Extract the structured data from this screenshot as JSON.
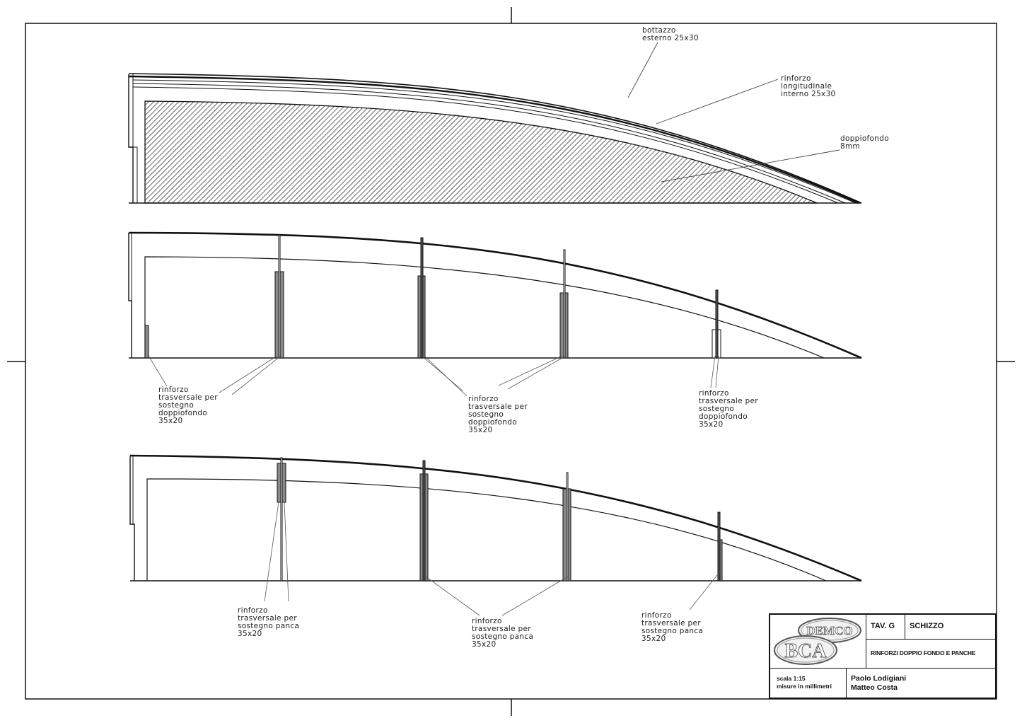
{
  "drawing": {
    "sheet_number": "TAV. G",
    "type": "SCHIZZO",
    "title": "RINFORZI DOPPIO FONDO E PANCHE",
    "scale": "scala 1:15",
    "units": "misure in millimetri",
    "authors": [
      "Paolo Lodigiani",
      "Matteo Costa"
    ],
    "logo": {
      "top_text": "DEMCO",
      "bottom_text": "BCA"
    }
  },
  "views": [
    {
      "id": "view-1",
      "labels": [
        {
          "id": "bottazzo",
          "lines": [
            "bottazzo",
            "esterno 25x30"
          ]
        },
        {
          "id": "rinforzo-longitudinale",
          "lines": [
            "rinforzo",
            "longitudinale",
            "interno 25x30"
          ]
        },
        {
          "id": "doppiofondo",
          "lines": [
            "doppiofondo",
            "8mm"
          ]
        }
      ]
    },
    {
      "id": "view-2",
      "labels": [
        {
          "id": "trasv-doppiofondo-1",
          "lines": [
            "rinforzo",
            "trasversale per",
            "sostegno",
            "doppiofondo",
            "35x20"
          ]
        },
        {
          "id": "trasv-doppiofondo-2",
          "lines": [
            "rinforzo",
            "trasversale per",
            "sostegno",
            "doppiofondo",
            "35x20"
          ]
        },
        {
          "id": "trasv-doppiofondo-3",
          "lines": [
            "rinforzo",
            "trasversale per",
            "sostegno",
            "doppiofondo",
            "35x20"
          ]
        }
      ]
    },
    {
      "id": "view-3",
      "labels": [
        {
          "id": "trasv-panca-1",
          "lines": [
            "rinforzo",
            "trasversale per",
            "sostegno panca",
            "35x20"
          ]
        },
        {
          "id": "trasv-panca-2",
          "lines": [
            "rinforzo",
            "trasversale per",
            "sostegno panca",
            "35x20"
          ]
        },
        {
          "id": "trasv-panca-3",
          "lines": [
            "rinforzo",
            "trasversale per",
            "sostegno panca",
            "35x20"
          ]
        }
      ]
    }
  ],
  "text": {
    "bottazzo": "bottazzo\nesterno 25x30",
    "longitudinale": "rinforzo\nlongitudinale\ninterno 25x30",
    "doppiofondo": "doppiofondo\n8mm",
    "trasv_df": "rinforzo\ntrasversale per\nsostegno\ndoppiofondo\n35x20",
    "trasv_panca": "rinforzo\ntrasversale per\nsostegno panca\n35x20",
    "authors_line1": "Paolo Lodigiani",
    "authors_line2": "Matteo Costa",
    "scale_line1": "scala 1:15",
    "scale_line2": "misure in millimetri"
  },
  "colors": {
    "line": "#111111",
    "fill_reinforcement": "#8a8a8a",
    "leader": "#555555",
    "paper": "#ffffff"
  }
}
